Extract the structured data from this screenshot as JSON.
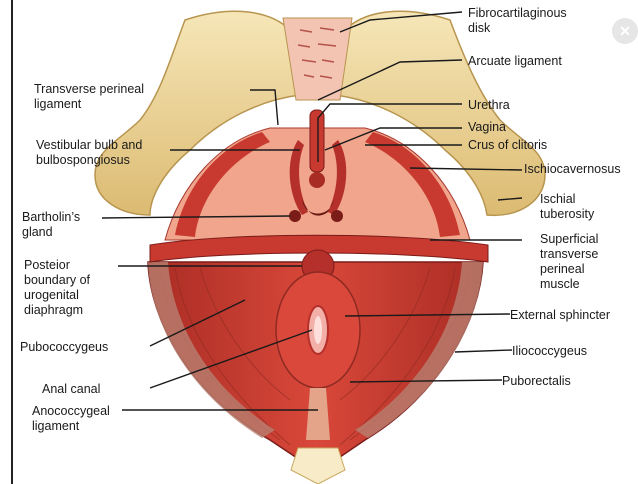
{
  "labels": {
    "fibrocartilaginous": "Fibrocartilaginous\ndisk",
    "arcuate": "Arcuate ligament",
    "transverse_perineal": "Transverse perineal\nligament",
    "urethra": "Urethra",
    "vagina": "Vagina",
    "vestibular_bulb": "Vestibular bulb and\nbulbospongiosus",
    "crus_clitoris": "Crus of clitoris",
    "ischiocavernosus": "Ischiocavernosus",
    "ischial_tuberosity": "Ischial\ntuberosity",
    "bartholin": "Bartholin’s\ngland",
    "superficial_transverse": "Superficial\ntransverse\nperineal\nmuscle",
    "posterior_boundary": "Posteior\nboundary of\nurogenital\ndiaphragm",
    "external_sphincter": "External sphincter",
    "pubococcygeus": "Pubococcygeus",
    "iliococcygeus": "Iliococcygeus",
    "anal_canal": "Anal canal",
    "puborectalis": "Puborectalis",
    "anococcygeal": "Anococcygeal\nligament"
  },
  "colors": {
    "bone": "#f0d9a0",
    "bone_shadow": "#c9a860",
    "muscle": "#c8392f",
    "muscle_dark": "#9c2420",
    "muscle_light": "#e26a55",
    "membrane": "#f0a58c",
    "leader": "#1a1a1a"
  },
  "icons": {
    "corner": "close-icon"
  }
}
